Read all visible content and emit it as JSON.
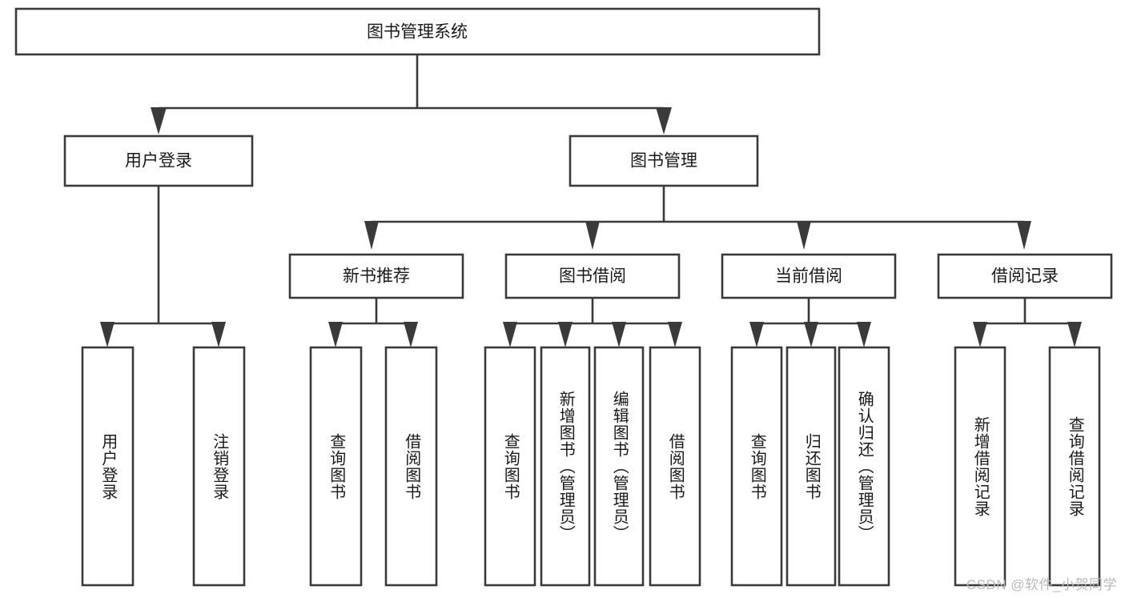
{
  "diagram": {
    "title": "图书管理系统",
    "watermark": "CSDN @软件_小贺同学",
    "root": {
      "label": "图书管理系统"
    },
    "level1": [
      {
        "label": "用户登录"
      },
      {
        "label": "图书管理"
      }
    ],
    "level2": [
      {
        "label": "新书推荐"
      },
      {
        "label": "图书借阅"
      },
      {
        "label": "当前借阅"
      },
      {
        "label": "借阅记录"
      }
    ],
    "leaves": {
      "user_login": [
        {
          "label": "用户登录"
        },
        {
          "label": "注销登录"
        }
      ],
      "new_book_recommend": [
        {
          "label": "查询图书"
        },
        {
          "label": "借阅图书"
        }
      ],
      "book_borrow": [
        {
          "label": "查询图书"
        },
        {
          "label": "新增图书（管理员）"
        },
        {
          "label": "编辑图书（管理员）"
        },
        {
          "label": "借阅图书"
        }
      ],
      "current_borrow": [
        {
          "label": "查询图书"
        },
        {
          "label": "归还图书"
        },
        {
          "label": "确认归还（管理员）"
        }
      ],
      "borrow_record": [
        {
          "label": "新增借阅记录"
        },
        {
          "label": "查询借阅记录"
        }
      ]
    },
    "colors": {
      "stroke": "#3a3a3a",
      "fill": "#ffffff",
      "text": "#1a1a1a",
      "watermark": "#b9b9b9"
    }
  }
}
